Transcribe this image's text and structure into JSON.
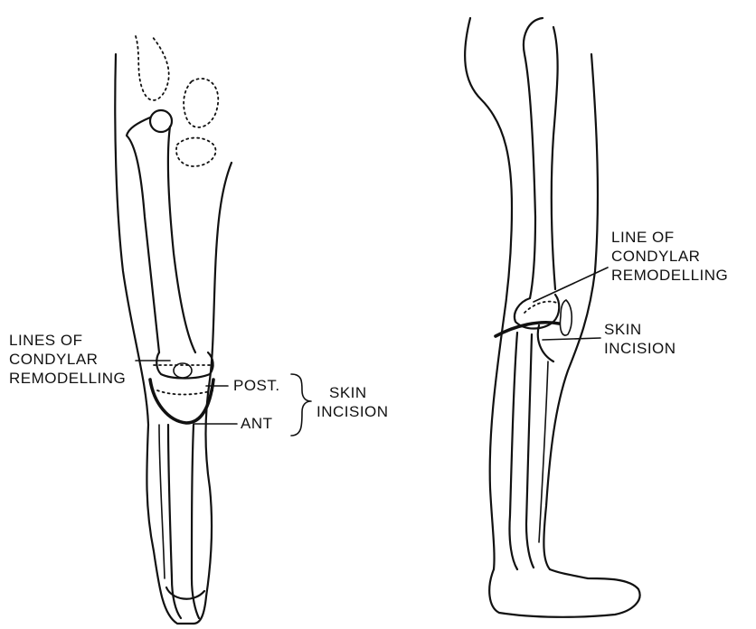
{
  "left_figure": {
    "condylar_label": [
      "LINES OF",
      "CONDYLAR",
      "REMODELLING"
    ],
    "post_label": "POST.",
    "ant_label": "ANT",
    "skin_incision_label": [
      "SKIN",
      "INCISION"
    ]
  },
  "right_figure": {
    "condylar_label": [
      "LINE OF",
      "CONDYLAR",
      "REMODELLING"
    ],
    "skin_incision_label": [
      "SKIN",
      "INCISION"
    ]
  },
  "colors": {
    "ink": "#111111",
    "background": "#ffffff"
  }
}
